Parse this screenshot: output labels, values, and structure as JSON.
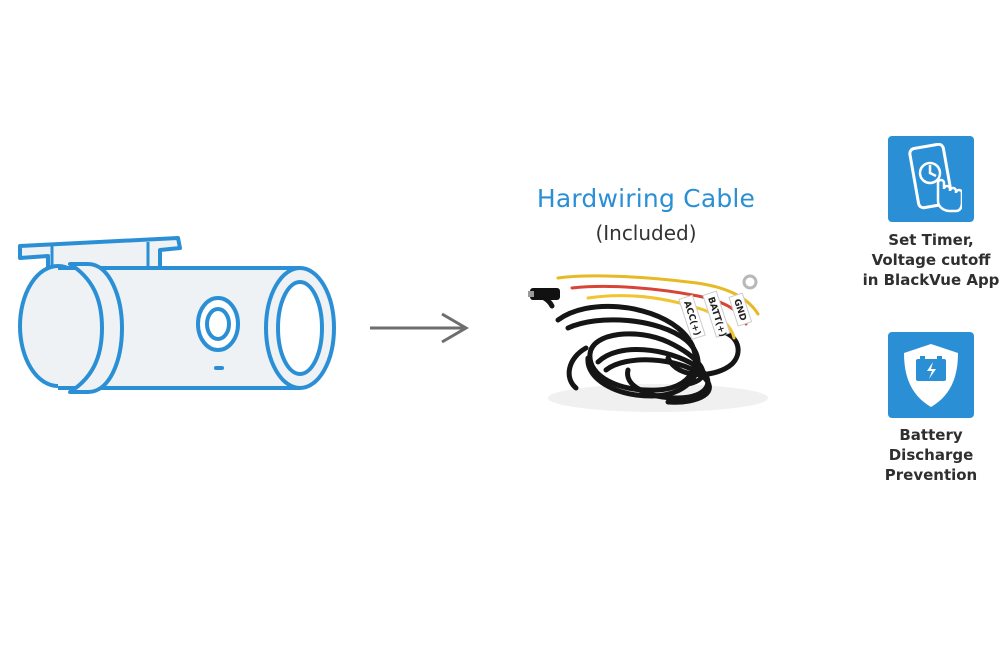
{
  "cable": {
    "title": "Hardwiring Cable",
    "subtitle": "(Included)",
    "tags": [
      "ACC(+)",
      "BATT(+)",
      "GND"
    ]
  },
  "features": {
    "timer": {
      "icon": "smartphone-tap-icon",
      "lines": [
        "Set Timer,",
        "Voltage cutoff",
        "in BlackVue App"
      ]
    },
    "battery": {
      "icon": "battery-shield-icon",
      "lines": [
        "Battery",
        "Discharge",
        "Prevention"
      ]
    }
  },
  "colors": {
    "accent": "#2b8fd6",
    "camera_body": "#eef2f5",
    "text_dark": "#2f2f2f",
    "arrow": "#6e6e6e"
  }
}
